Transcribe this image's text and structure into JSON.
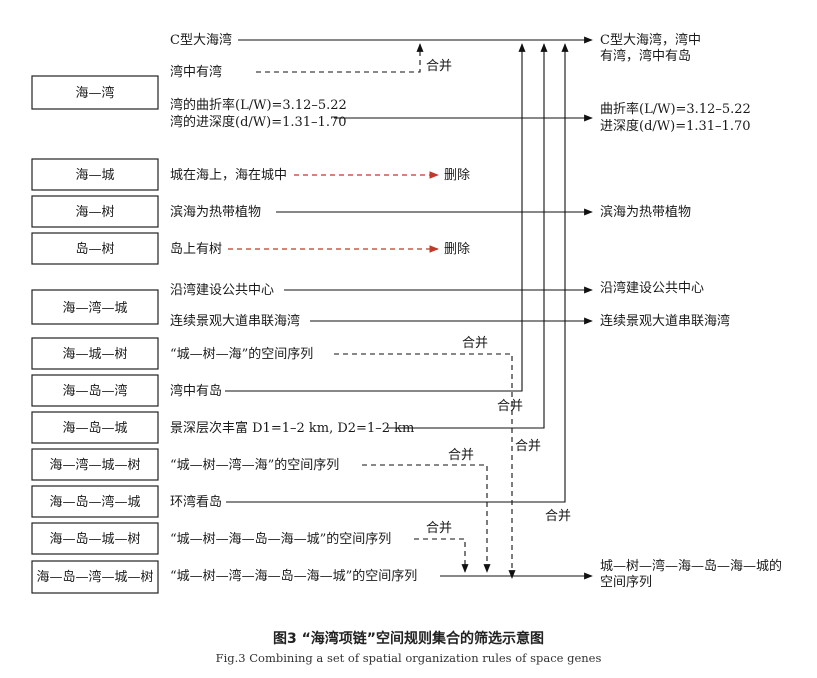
{
  "gene_boxes": [
    "海—湾",
    "海—城",
    "海—树",
    "岛—树",
    "海—湾—城",
    "海—城—树",
    "海—岛—湾",
    "海—岛—城",
    "海—湾—城—树",
    "海—岛—湾—城",
    "海—岛—城—树",
    "海—岛—湾—城—树"
  ],
  "rules": [
    "C型大海湾",
    "湾中有湾",
    "湾的曲折率(L/W)=3.12–5.22",
    "湾的进深度(d/W)=1.31–1.70",
    "城在海上，海在城中",
    "滨海为热带植物",
    "岛上有树",
    "沿湾建设公共中心",
    "连续景观大道串联海湾",
    "“城—树—海”的空间序列",
    "湾中有岛",
    "景深层次丰富 D1=1–2 km, D2=1–2 km",
    "“城—树—湾—海”的空间序列",
    "环湾看岛",
    "“城—树—海—岛—海—城”的空间序列",
    "“城—树—湾—海—岛—海—城”的空间序列"
  ],
  "results": [
    "C型大海湾，湾中",
    "有湾，湾中有岛",
    "曲折率(L/W)=3.12–5.22",
    "进深度(d/W)=1.31–1.70",
    "滨海为热带植物",
    "沿湾建设公共中心",
    "连续景观大道串联海湾",
    "城—树—湾—海—岛—海—城的",
    "空间序列"
  ],
  "merge_label": "合并",
  "delete_label": "删除",
  "caption": {
    "cn": "图3  “海湾项链”空间规则集合的筛选示意图",
    "en": "Fig.3  Combining a set of spatial organization rules of space genes"
  },
  "colors": {
    "line": "#111111",
    "delete_arrow": "#c0392b"
  }
}
